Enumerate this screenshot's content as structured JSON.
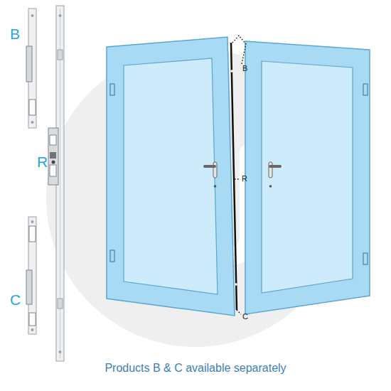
{
  "diagram": {
    "caption": "Products B & C available separately",
    "labels": [
      "B",
      "R",
      "C",
      "B",
      "R",
      "C"
    ]
  }
}
